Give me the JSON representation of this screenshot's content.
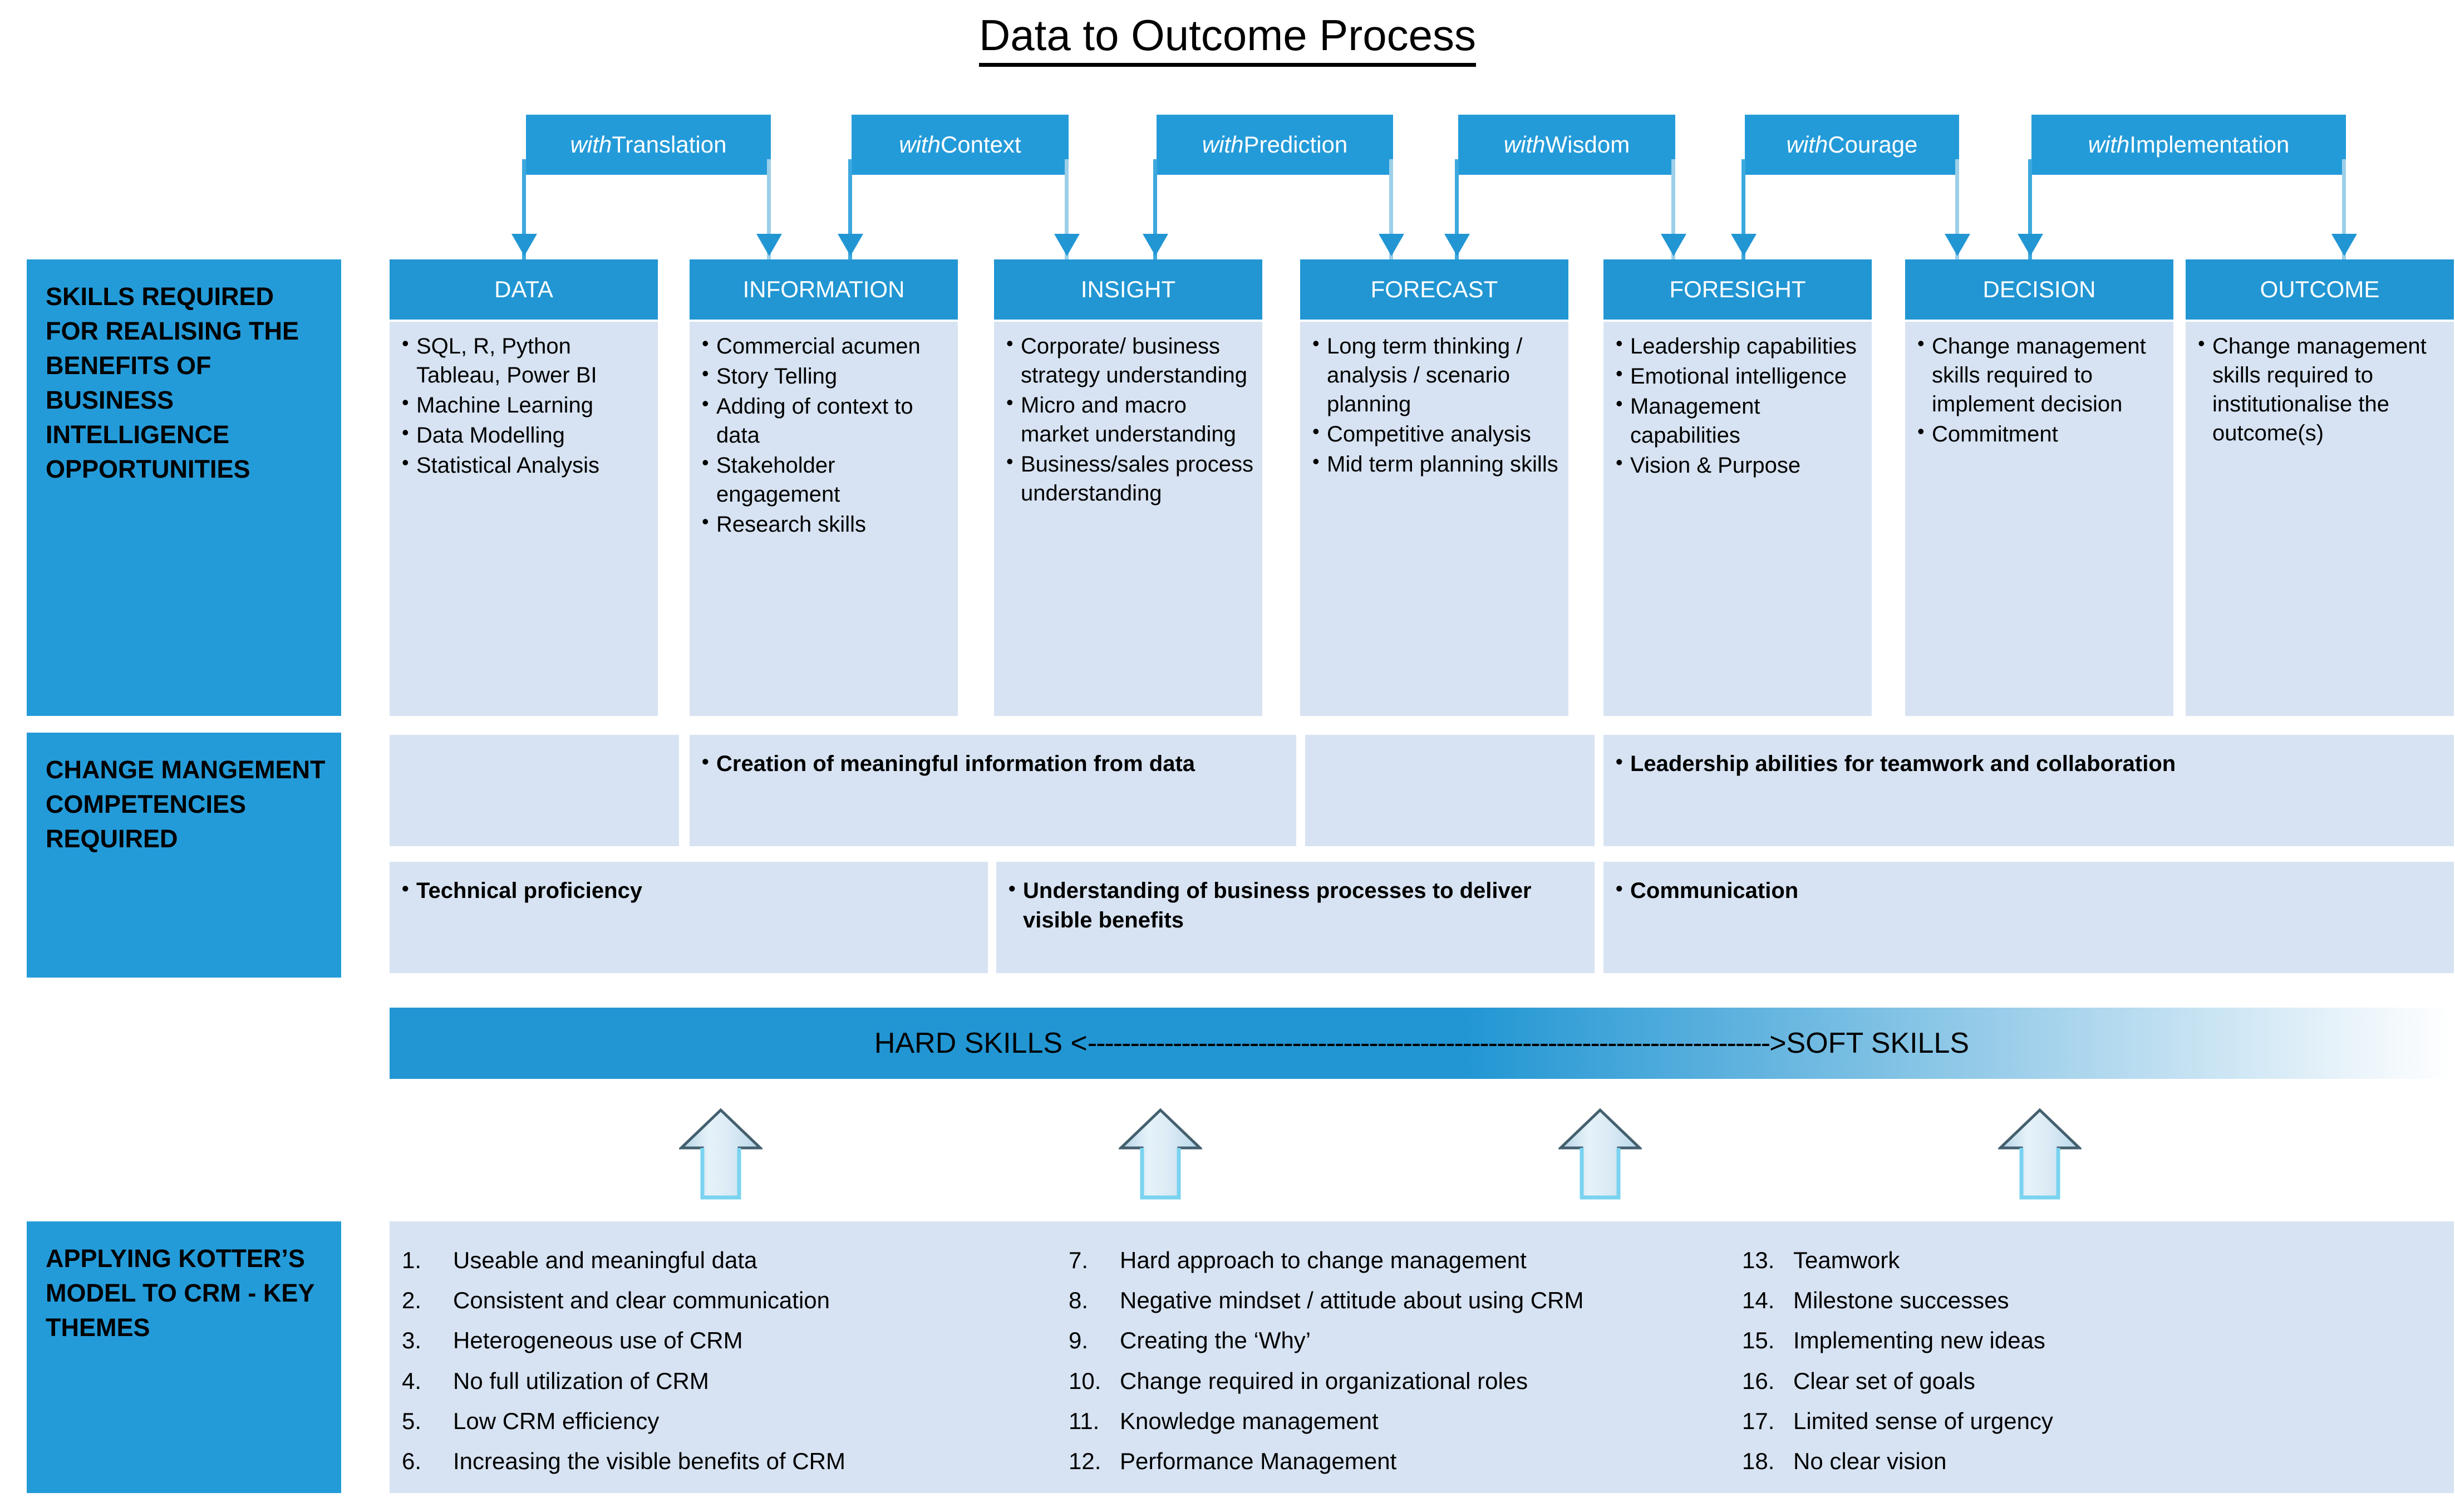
{
  "title": "Data to Outcome Process",
  "with_labels": [
    {
      "prefix": "with ",
      "word": "Translation"
    },
    {
      "prefix": "with ",
      "word": "Context"
    },
    {
      "prefix": "with ",
      "word": "Prediction"
    },
    {
      "prefix": "with ",
      "word": "Wisdom"
    },
    {
      "prefix": "with ",
      "word": "Courage"
    },
    {
      "prefix": "with ",
      "word": "Implementation"
    }
  ],
  "row_labels": {
    "skills": "SKILLS REQUIRED FOR REALISING THE BENEFITS OF BUSINESS INTELLIGENCE OPPORTUNITIES",
    "change": "CHANGE MANGEMENT COMPETENCIES REQUIRED",
    "kotter": "APPLYING KOTTER’S MODEL TO CRM - KEY THEMES"
  },
  "stages": [
    {
      "name": "DATA",
      "items": [
        "SQL, R, Python Tableau, Power BI",
        "Machine Learning",
        "Data Modelling",
        "Statistical Analysis"
      ]
    },
    {
      "name": "INFORMATION",
      "items": [
        "Commercial acumen",
        "Story Telling",
        "Adding of context to data",
        "Stakeholder engagement",
        "Research skills"
      ]
    },
    {
      "name": "INSIGHT",
      "items": [
        "Corporate/ business strategy understanding",
        "Micro and macro market understanding",
        "Business/sales process understanding"
      ]
    },
    {
      "name": "FORECAST",
      "items": [
        "Long term thinking / analysis / scenario planning",
        "Competitive analysis",
        "Mid term planning skills"
      ]
    },
    {
      "name": "FORESIGHT",
      "items": [
        "Leadership capabilities",
        "Emotional intelligence",
        "Management capabilities",
        "Vision & Purpose"
      ]
    },
    {
      "name": "DECISION",
      "items": [
        "Change management skills required to implement decision",
        "Commitment"
      ]
    },
    {
      "name": "OUTCOME",
      "items": [
        "Change management skills required to institutionalise the outcome(s)"
      ]
    }
  ],
  "change_management": {
    "row_a": [
      {
        "text": "",
        "empty": true
      },
      {
        "text": "Creation of meaningful information from data"
      },
      {
        "text": "",
        "empty": true
      },
      {
        "text": "Leadership abilities for teamwork and collaboration"
      }
    ],
    "row_b": [
      {
        "text": "Technical proficiency"
      },
      {
        "text": "Understanding of business processes to deliver visible benefits"
      },
      {
        "text": "Communication"
      }
    ]
  },
  "skill_bar": {
    "hard": "HARD SKILLS <",
    "dashes": "--------------------------------------------------------------------------------",
    "soft": ">SOFT SKILLS"
  },
  "kotter_themes": {
    "col1": [
      {
        "num": "1.",
        "text": "Useable and meaningful data"
      },
      {
        "num": "2.",
        "text": "Consistent and clear communication"
      },
      {
        "num": "3.",
        "text": "Heterogeneous use of CRM"
      },
      {
        "num": "4.",
        "text": "No full utilization of CRM"
      },
      {
        "num": "5.",
        "text": "Low CRM efficiency"
      },
      {
        "num": "6.",
        "text": "Increasing the visible benefits of CRM"
      }
    ],
    "col2": [
      {
        "num": "7.",
        "text": "Hard approach to change management"
      },
      {
        "num": "8.",
        "text": "Negative mindset / attitude about using CRM"
      },
      {
        "num": "9.",
        "text": "Creating the ‘Why’"
      },
      {
        "num": "10.",
        "text": "Change required in organizational roles"
      },
      {
        "num": "11.",
        "text": "Knowledge management"
      },
      {
        "num": "12.",
        "text": "Performance Management"
      }
    ],
    "col3": [
      {
        "num": "13.",
        "text": "Teamwork"
      },
      {
        "num": "14.",
        "text": "Milestone successes"
      },
      {
        "num": "15.",
        "text": "Implementing new ideas"
      },
      {
        "num": "16.",
        "text": "Clear set of goals"
      },
      {
        "num": "17.",
        "text": "Limited sense of urgency"
      },
      {
        "num": "18.",
        "text": "No clear vision"
      }
    ]
  },
  "colors": {
    "accent": "#2196d3",
    "accent_light": "#249bd9",
    "panel": "#d7e3f2",
    "arrow_outline": "#44606e"
  }
}
